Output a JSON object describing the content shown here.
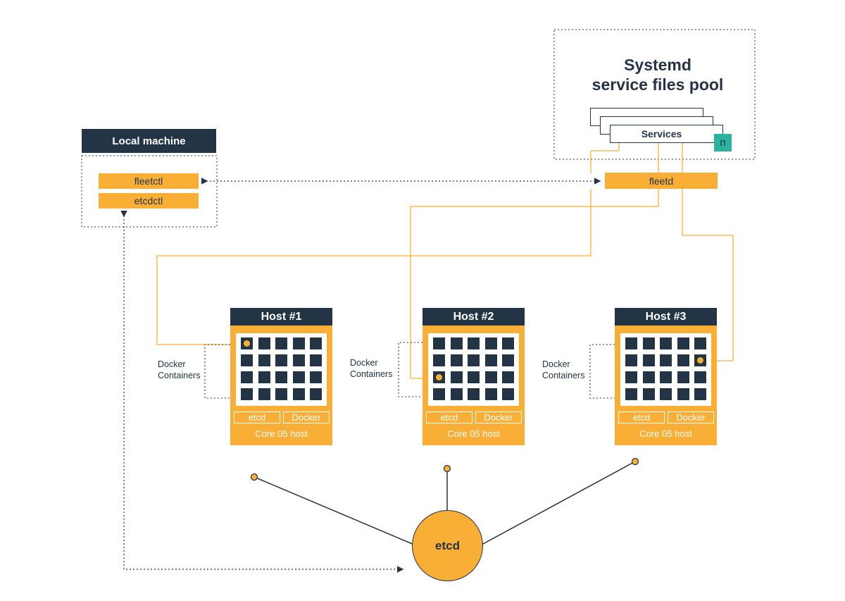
{
  "colors": {
    "navy": "#243447",
    "orange": "#f9ae35",
    "teal": "#2bb3a0",
    "white": "#ffffff"
  },
  "service_pool": {
    "title_line1": "Systemd",
    "title_line2": "service files pool",
    "services_label": "Services",
    "badge": "n"
  },
  "fleetd": {
    "label": "fleetd"
  },
  "local_machine": {
    "title": "Local machine",
    "tools": [
      "fleetctl",
      "etcdctl"
    ]
  },
  "hosts": [
    {
      "title": "Host #1",
      "etcd_chip": "etcd",
      "docker_chip": "Docker",
      "footer": "Core 05 host",
      "side_label_line1": "Docker",
      "side_label_line2": "Containers"
    },
    {
      "title": "Host #2",
      "etcd_chip": "etcd",
      "docker_chip": "Docker",
      "footer": "Core 05 host",
      "side_label_line1": "Docker",
      "side_label_line2": "Containers"
    },
    {
      "title": "Host #3",
      "etcd_chip": "etcd",
      "docker_chip": "Docker",
      "footer": "Core 05 host",
      "side_label_line1": "Docker",
      "side_label_line2": "Containers"
    }
  ],
  "etcd_cluster": {
    "label": "etcd"
  }
}
